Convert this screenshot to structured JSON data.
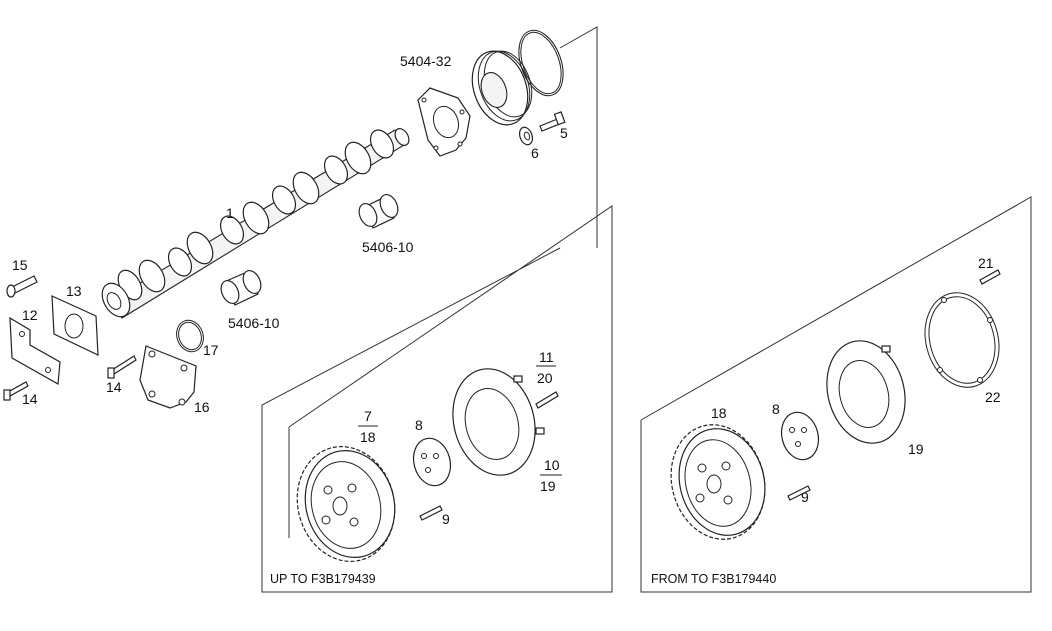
{
  "diagram": {
    "callouts": {
      "c1": "1",
      "c5404_32": "5404-32",
      "c5": "5",
      "c6": "6",
      "c5406_10_a": "5406-10",
      "c5406_10_b": "5406-10",
      "c15": "15",
      "c12": "12",
      "c13": "13",
      "c14_a": "14",
      "c14_b": "14",
      "c16": "16",
      "c17": "17",
      "c11": "11",
      "c20": "20",
      "c7": "7",
      "c18_a": "18",
      "c8_a": "8",
      "c10": "10",
      "c19_a": "19",
      "c9_a": "9",
      "c21": "21",
      "c22": "22",
      "c18_b": "18",
      "c8_b": "8",
      "c19_b": "19",
      "c9_b": "9"
    },
    "captions": {
      "left_panel": "UP TO F3B179439",
      "right_panel": "FROM TO F3B179440"
    }
  }
}
